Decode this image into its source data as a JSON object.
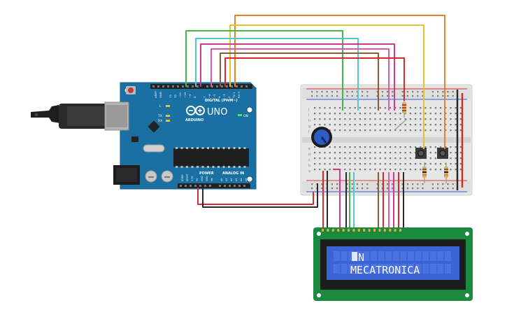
{
  "arduino": {
    "brand": "ARDUINO",
    "model": "UNO",
    "digital_header": "DIGITAL (PWM~)",
    "power_header": "POWER",
    "analog_header": "ANALOG IN",
    "led_l": "L",
    "led_tx": "TX",
    "led_rx": "RX",
    "led_on": "ON",
    "aref": "AREF",
    "gnd": "GND",
    "pins_digital": [
      "13",
      "12",
      "~11",
      "~10",
      "~9",
      "8",
      "7",
      "~6",
      "~5",
      "4",
      "~3",
      "2",
      "TX 1",
      "RX 0"
    ],
    "pins_power": [
      "IOREF",
      "RESET",
      "3.3V",
      "5V",
      "GND",
      "GND",
      "Vin"
    ],
    "pins_analog": [
      "A0",
      "A1",
      "A2",
      "A3",
      "A4",
      "A5"
    ]
  },
  "lcd": {
    "line1": "N",
    "line2": "MECATRONICA",
    "backlight_color": "#3a63d6",
    "pcb_color": "#1c8a3e"
  },
  "breadboard": {
    "rows_top": [
      "j",
      "i",
      "h",
      "g",
      "f"
    ],
    "rows_bottom": [
      "e",
      "d",
      "c",
      "b",
      "a"
    ]
  },
  "colors": {
    "board": "#1a6fa3",
    "wire_red": "#d62a2a",
    "wire_green": "#42b64a",
    "wire_orange": "#e9822a",
    "wire_yellow": "#e3c42a",
    "wire_cyan": "#4ec7d6",
    "wire_magenta": "#cf3a8c",
    "wire_brown": "#8a5a3a",
    "wire_black": "#2a2a2a",
    "wire_pink": "#e05aa8"
  }
}
